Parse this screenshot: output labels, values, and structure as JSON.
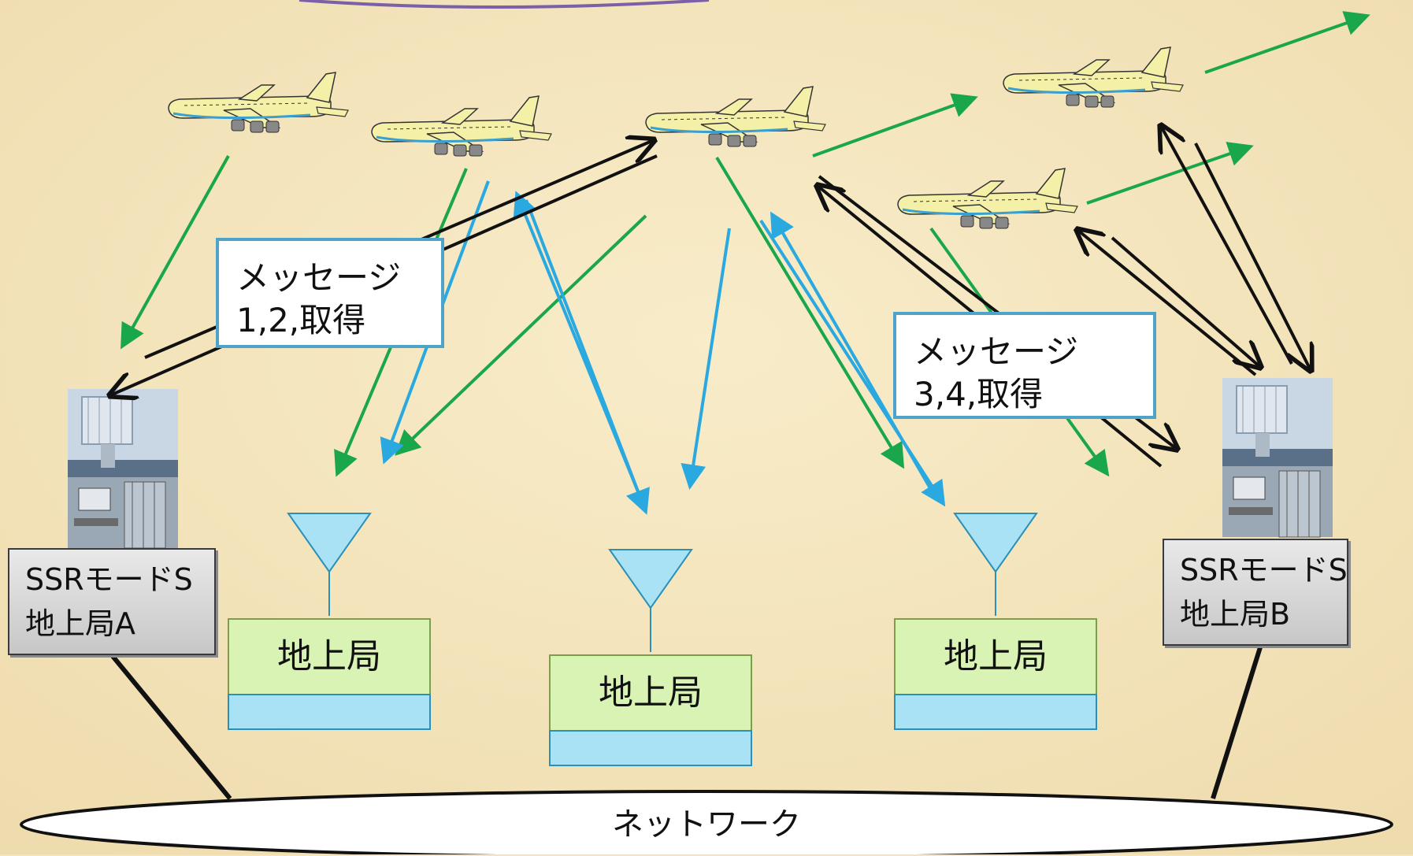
{
  "message_box_1": {
    "line1": "メッセージ",
    "line2": "1,2,取得"
  },
  "message_box_2": {
    "line1": "メッセージ",
    "line2": "3,4,取得"
  },
  "ssr_a": {
    "line1": "SSRモードS",
    "line2": "地上局A"
  },
  "ssr_b": {
    "line1": "SSRモードS",
    "line2": "地上局B"
  },
  "ground_stations": [
    "地上局",
    "地上局",
    "地上局"
  ],
  "network": {
    "label": "ネットワーク"
  },
  "icons": [
    "airplane-icon",
    "radar-antenna-icon",
    "ground-station-antenna-icon"
  ],
  "colors": {
    "background": "#f3e4bd",
    "green_arrow": "#1aa64a",
    "blue_arrow": "#2aa8e0",
    "black_arrow": "#111111",
    "station_box": "#d8f3b4",
    "station_base": "#a9e2f5",
    "message_border": "#4fa3c9"
  }
}
